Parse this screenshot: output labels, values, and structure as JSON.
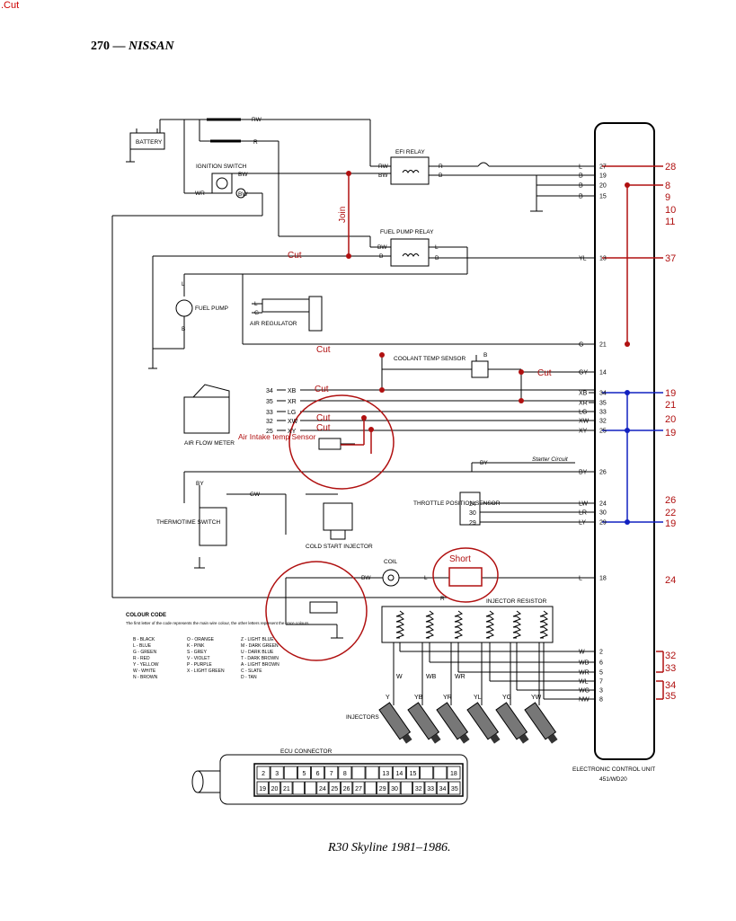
{
  "corner_note": ".Cut",
  "header": {
    "page": "270 —",
    "brand": "NISSAN"
  },
  "caption": "R30 Skyline 1981–1986.",
  "components": {
    "battery": "BATTERY",
    "ignition_switch": "IGNITION SWITCH",
    "efi_relay": "EFI RELAY",
    "fuel_pump_relay": "FUEL PUMP RELAY",
    "fuel_pump": "FUEL PUMP",
    "air_regulator": "AIR REGULATOR",
    "coolant_temp_sensor": "COOLANT TEMP SENSOR",
    "air_flow_meter": "AIR FLOW METER",
    "thermotime_switch": "THERMOTIME SWITCH",
    "cold_start_injector": "COLD START INJECTOR",
    "throttle_position_sensor": "THROTTLE POSITION SENSOR",
    "coil": "COIL",
    "injector_resistor": "INJECTOR RESISTOR",
    "injectors": "INJECTORS",
    "ecu_connector": "ECU CONNECTOR",
    "ecu": "ELECTRONIC CONTROL UNIT",
    "ecu_code": "451/WD20",
    "starter_circuit": "Starter Circuit"
  },
  "annotations": {
    "join": "Join",
    "cut": "Cut",
    "air_intake": "Air Intake temp Sensor",
    "short": "Short"
  },
  "ecu_pins": [
    {
      "wire": "L",
      "pin": "27",
      "note": "28"
    },
    {
      "wire": "B",
      "pin": "19",
      "note": "8"
    },
    {
      "wire": "B",
      "pin": "20",
      "note": "9"
    },
    {
      "wire": "B",
      "pin": "15",
      "note": "10"
    },
    {
      "wire": "",
      "pin": "",
      "note": "11"
    },
    {
      "wire": "YL",
      "pin": "13",
      "note": "37"
    },
    {
      "wire": "G",
      "pin": "21",
      "note": ""
    },
    {
      "wire": "GY",
      "pin": "14",
      "note": ""
    },
    {
      "wire": "XB",
      "pin": "34",
      "note": "19"
    },
    {
      "wire": "XR",
      "pin": "35",
      "note": "21"
    },
    {
      "wire": "LG",
      "pin": "33",
      "note": ""
    },
    {
      "wire": "XW",
      "pin": "32",
      "note": "20"
    },
    {
      "wire": "XY",
      "pin": "25",
      "note": "19"
    },
    {
      "wire": "BY",
      "pin": "26",
      "note": ""
    },
    {
      "wire": "LW",
      "pin": "24",
      "note": "26"
    },
    {
      "wire": "LR",
      "pin": "30",
      "note": "22"
    },
    {
      "wire": "LY",
      "pin": "29",
      "note": "19"
    },
    {
      "wire": "L",
      "pin": "18",
      "note": "24"
    },
    {
      "wire": "W",
      "pin": "2",
      "note": "32"
    },
    {
      "wire": "WB",
      "pin": "6",
      "note": "33"
    },
    {
      "wire": "WR",
      "pin": "5",
      "note": ""
    },
    {
      "wire": "WL",
      "pin": "7",
      "note": "34"
    },
    {
      "wire": "WG",
      "pin": "3",
      "note": "35"
    },
    {
      "wire": "NW",
      "pin": "8",
      "note": ""
    }
  ],
  "afm_pins": [
    {
      "num": "34",
      "wire": "XB"
    },
    {
      "num": "35",
      "wire": "XR"
    },
    {
      "num": "33",
      "wire": "LG"
    },
    {
      "num": "32",
      "wire": "XW"
    },
    {
      "num": "25",
      "wire": "XY"
    }
  ],
  "tps_pins": [
    "24",
    "30",
    "29"
  ],
  "injector_wires": [
    "Y",
    "YB",
    "YR",
    "YL",
    "YG",
    "YW"
  ],
  "injector_feed": [
    "W",
    "WB",
    "WR"
  ],
  "colour_code": {
    "title": "COLOUR CODE",
    "note": "The first letter of the code represents the main wire colour, the other letters represent the trace colours.",
    "entries": [
      "B - BLACK",
      "O - ORANGE",
      "Z - LIGHT BLUE",
      "L - BLUE",
      "K - PINK",
      "M - DARK GREEN",
      "G - GREEN",
      "S - GREY",
      "U - DARK BLUE",
      "R - RED",
      "V - VIOLET",
      "T - DARK BROWN",
      "Y - YELLOW",
      "P - PURPLE",
      "A - LIGHT BROWN",
      "W - WHITE",
      "X - LIGHT GREEN",
      "C - SLATE",
      "N - BROWN",
      "",
      "D - TAN"
    ]
  },
  "connector_row1": [
    "2",
    "3",
    "",
    "5",
    "6",
    "7",
    "8",
    "",
    "",
    "13",
    "14",
    "15",
    "",
    "",
    "18"
  ],
  "connector_row2": [
    "19",
    "20",
    "21",
    "",
    "",
    "24",
    "25",
    "26",
    "27",
    "",
    "29",
    "30",
    "",
    "32",
    "33",
    "34",
    "35"
  ],
  "wire_labels": {
    "rw": "RW",
    "r": "R",
    "bw": "BW",
    "wr": "WR",
    "b": "B",
    "l": "L",
    "g": "G",
    "by": "BY",
    "gw": "GW",
    "y": "Y"
  },
  "colors": {
    "red": "#b01010",
    "blue": "#1020c0",
    "ink": "#000000"
  }
}
